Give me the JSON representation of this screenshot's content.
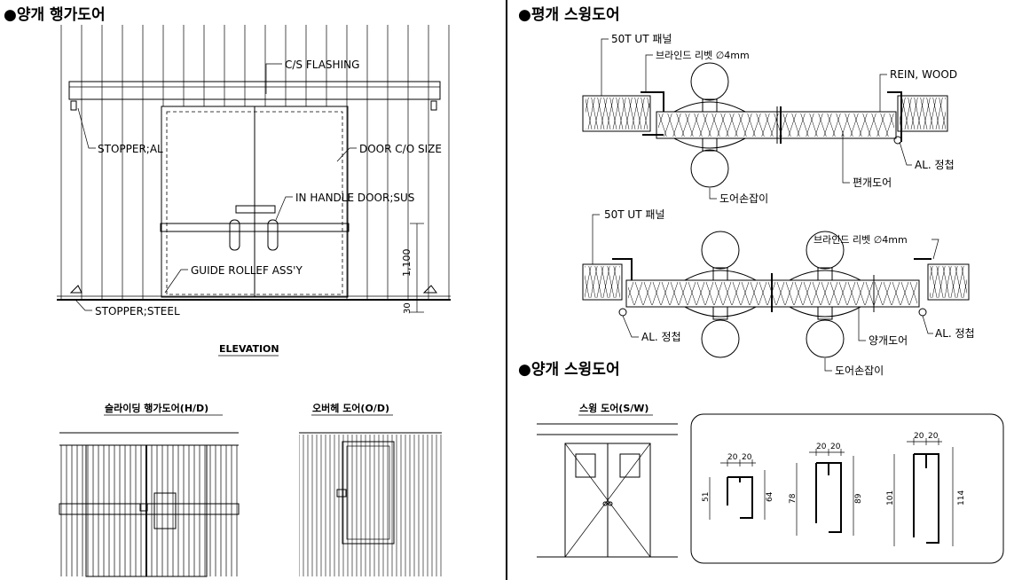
{
  "left": {
    "title": "●양개 행가도어",
    "labels": {
      "cs_flashing": "C/S FLASHING",
      "stopper_al": "STOPPER;AL",
      "door_co_size": "DOOR C/O SIZE",
      "in_handle": "IN HANDLE DOOR;SUS",
      "guide_roller": "GUIDE ROLLEF ASS'Y",
      "stopper_steel": "STOPPER;STEEL",
      "dim_1100": "1,100",
      "dim_30": "30",
      "elevation": "ELEVATION"
    },
    "bottom_left_title": "슬라이딩 행가도어(H/D)",
    "bottom_right_title": "오버헤 도어(O/D)"
  },
  "right": {
    "title1": "●평개 스윙도어",
    "top": {
      "panel": "50T UT 패널",
      "rivet": "브라인드 리벳 ∅4mm",
      "rein": "REIN, WOOD",
      "hinge": "AL. 정첩",
      "door": "편개도어",
      "handle": "도어손잡이"
    },
    "mid": {
      "panel": "50T UT 패널",
      "rivet": "브라인드 리벳 ∅4mm",
      "hinge_left": "AL. 정첩",
      "hinge_right": "AL. 정첩",
      "door": "양개도어",
      "handle": "도어손잡이"
    },
    "title2": "●양개 스윙도어",
    "sw_title": "스윙 도어(S/W)",
    "profiles": {
      "p1": {
        "top_a": "20",
        "top_b": "20",
        "left": "51",
        "right": "64"
      },
      "p2": {
        "top_a": "20",
        "top_b": "20",
        "left": "78",
        "right": "89"
      },
      "p3": {
        "top_a": "20",
        "top_b": "20",
        "left": "101",
        "right": "114"
      }
    }
  }
}
